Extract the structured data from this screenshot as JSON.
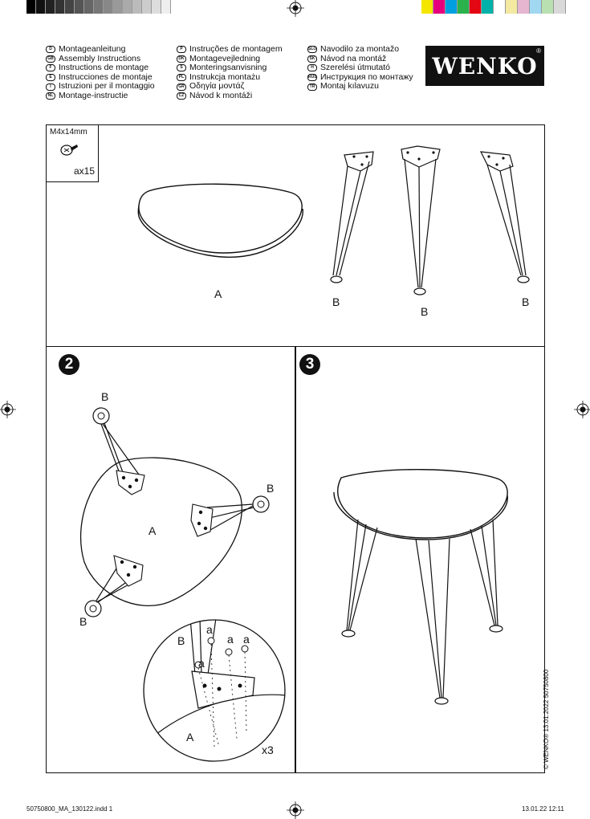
{
  "color_bar_left": [
    "#000000",
    "#111111",
    "#222222",
    "#333333",
    "#444444",
    "#555555",
    "#666666",
    "#777777",
    "#888888",
    "#999999",
    "#aaaaaa",
    "#bbbbbb",
    "#cccccc",
    "#dddddd",
    "#eeeeee"
  ],
  "color_bar_right": [
    "#f5e600",
    "#e6007e",
    "#00a0e0",
    "#2bb24c",
    "#e30613",
    "#00b2a9",
    "#ffffff",
    "#f3e9a0",
    "#e6b5d0",
    "#a0d8f1",
    "#b8e0b0",
    "#d9d9d9"
  ],
  "languages": {
    "col1": [
      {
        "code": "D",
        "text": "Montageanleitung"
      },
      {
        "code": "GB",
        "text": "Assembly Instructions"
      },
      {
        "code": "F",
        "text": "Instructions de montage"
      },
      {
        "code": "E",
        "text": "Instrucciones de montaje"
      },
      {
        "code": "I",
        "text": "Istruzioni per il montaggio"
      },
      {
        "code": "NL",
        "text": "Montage-instructie"
      }
    ],
    "col2": [
      {
        "code": "P",
        "text": "Instruções de montagem"
      },
      {
        "code": "DK",
        "text": "Montagevejledning"
      },
      {
        "code": "S",
        "text": "Monteringsanvisning"
      },
      {
        "code": "PL",
        "text": "Instrukcja montażu"
      },
      {
        "code": "GR",
        "text": "Οδηγία μοντάζ"
      },
      {
        "code": "CZ",
        "text": "Návod k montáži"
      }
    ],
    "col3": [
      {
        "code": "SLO",
        "text": "Navodilo za montažo"
      },
      {
        "code": "SK",
        "text": "Návod na montáž"
      },
      {
        "code": "H",
        "text": "Szerelési útmutató"
      },
      {
        "code": "RUS",
        "text": "Инструкция по монтажу"
      },
      {
        "code": "TR",
        "text": "Montaj kılavuzu"
      }
    ]
  },
  "logo": {
    "text": "WENKO",
    "reg": "®"
  },
  "parts": {
    "screw_size": "M4x14mm",
    "screw_qty": "ax15",
    "label_A": "A",
    "label_B": "B"
  },
  "steps": {
    "step2": {
      "number": "2",
      "label_A": "A",
      "label_B": "B",
      "detail_a": "a",
      "multiplier": "x3"
    },
    "step3": {
      "number": "3"
    }
  },
  "footer": {
    "file": "50750800_MA_130122.indd   1",
    "date": "13.01.22   12:11",
    "copyright": "© WENKO® 13.01.2022   50750800"
  }
}
